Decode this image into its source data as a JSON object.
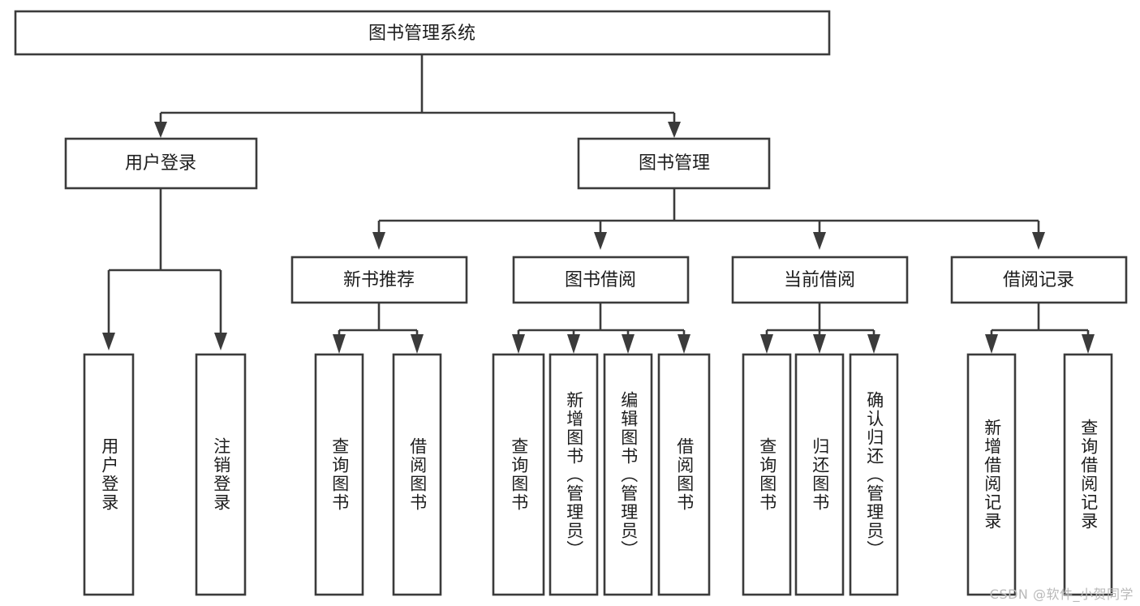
{
  "diagram": {
    "title": "图书管理系统",
    "type": "hierarchy-tree",
    "watermark": "CSDN @软件_小贺同学",
    "colors": {
      "stroke": "#3b3b3b",
      "box_fill": "#ffffff",
      "text": "#1d1d1d",
      "background": "#ffffff",
      "watermark": "#b9b9b9"
    },
    "levels": {
      "root": {
        "label": "图书管理系统"
      },
      "level2": [
        {
          "label": "用户登录"
        },
        {
          "label": "图书管理"
        }
      ],
      "level3": [
        {
          "label": "新书推荐"
        },
        {
          "label": "图书借阅"
        },
        {
          "label": "当前借阅"
        },
        {
          "label": "借阅记录"
        }
      ],
      "leaves": {
        "user_login": [
          {
            "label": "用户登录"
          },
          {
            "label": "注销登录"
          }
        ],
        "new_book_recommend": [
          {
            "label": "查询图书"
          },
          {
            "label": "借阅图书"
          }
        ],
        "book_borrow": [
          {
            "label": "查询图书"
          },
          {
            "label": "新增图书（管理员）"
          },
          {
            "label": "编辑图书（管理员）"
          },
          {
            "label": "借阅图书"
          }
        ],
        "current_borrow": [
          {
            "label": "查询图书"
          },
          {
            "label": "归还图书"
          },
          {
            "label": "确认归还（管理员）"
          }
        ],
        "borrow_record": [
          {
            "label": "新增借阅记录"
          },
          {
            "label": "查询借阅记录"
          }
        ]
      }
    }
  }
}
